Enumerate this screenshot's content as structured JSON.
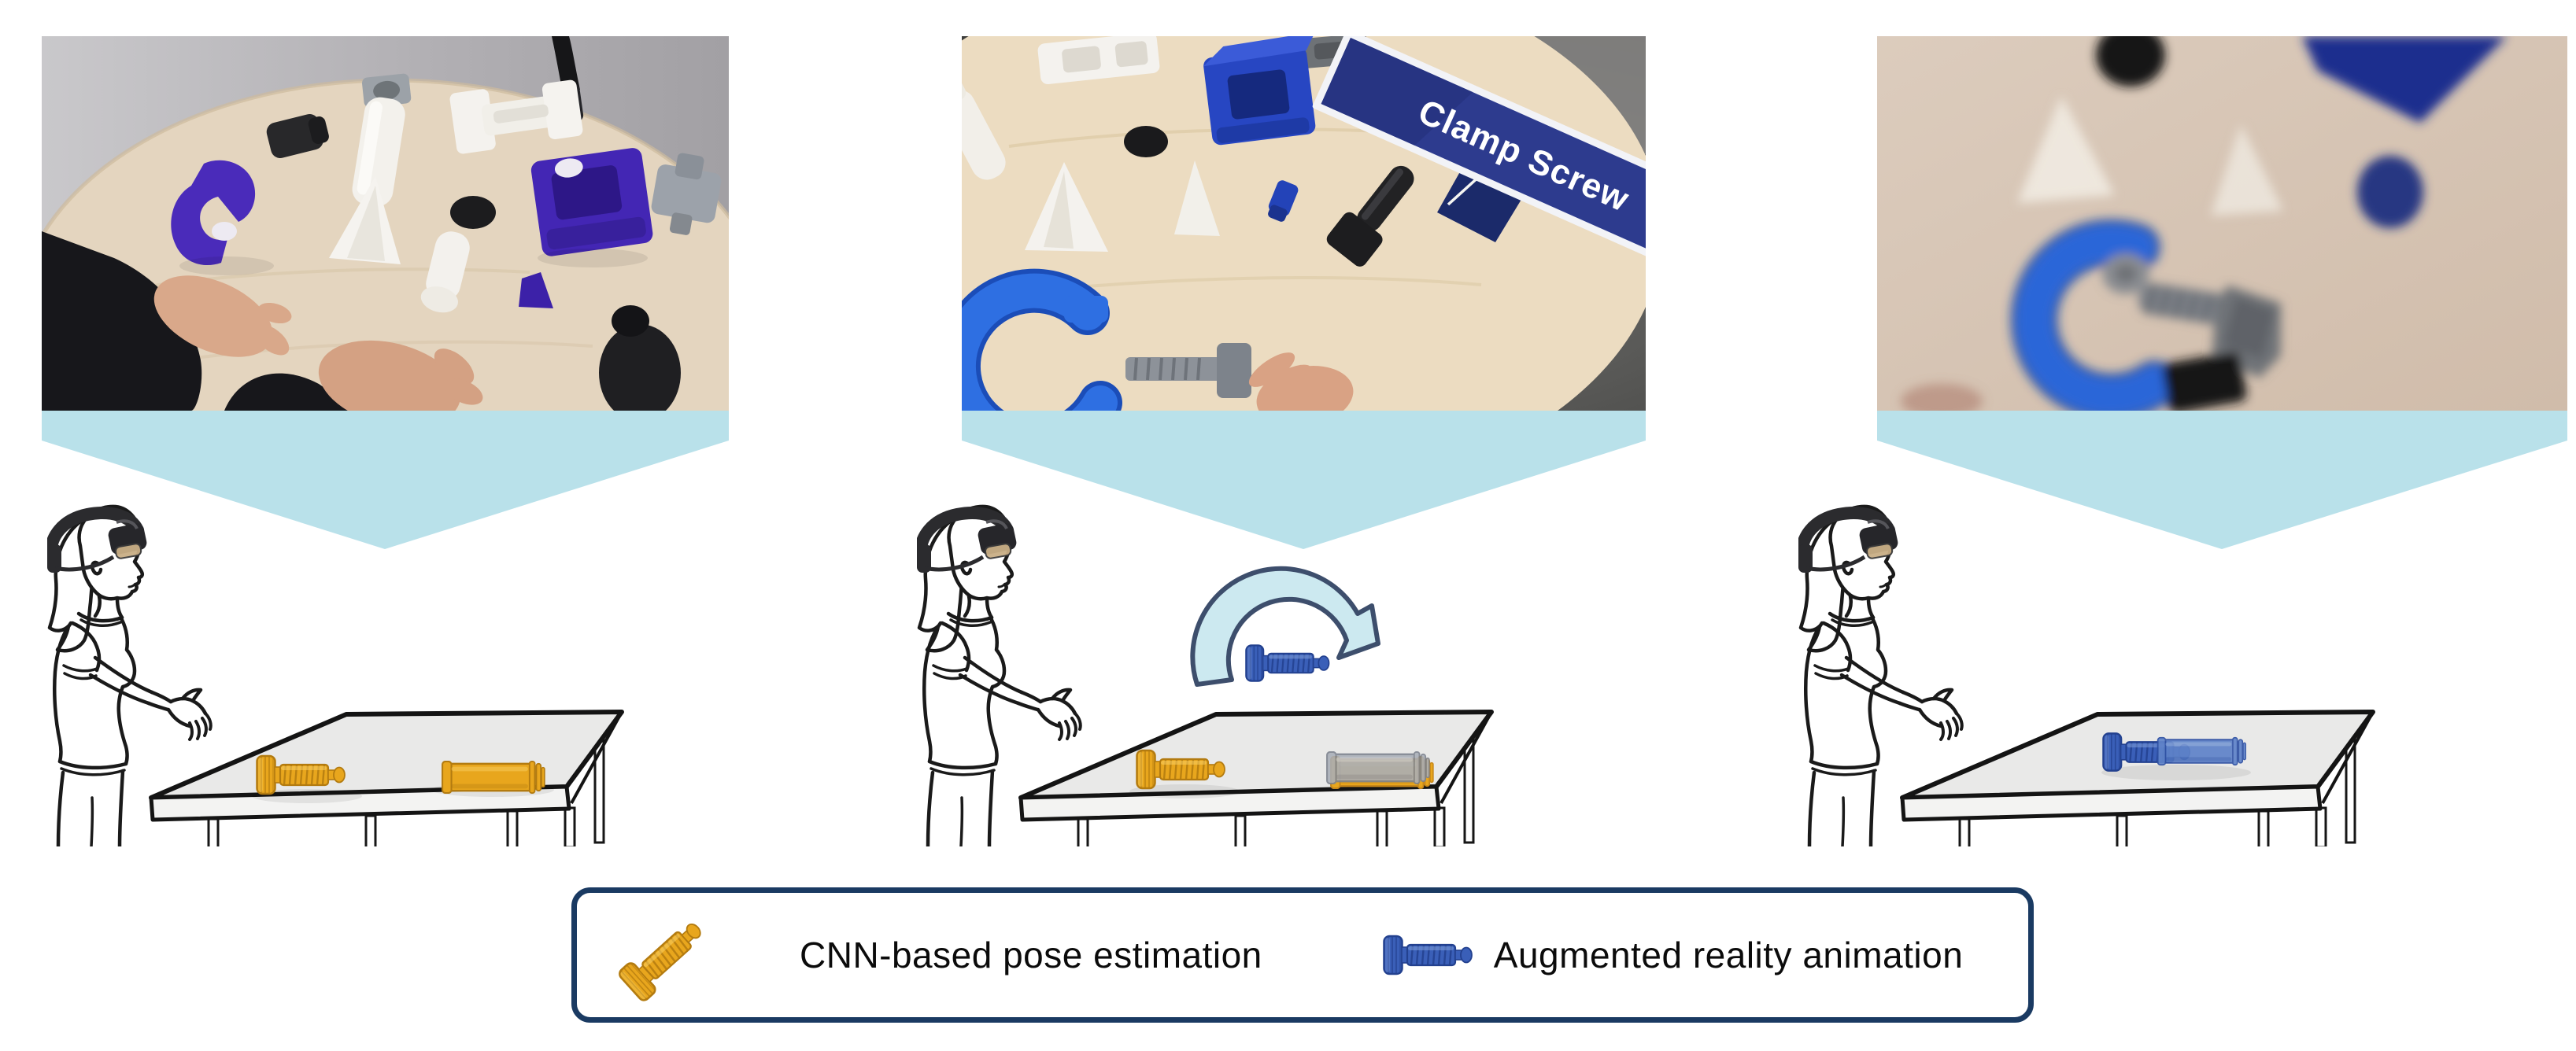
{
  "ar_label": {
    "text": "Clamp Screw"
  },
  "legend": {
    "items": [
      {
        "icon": "yellow-screw-icon",
        "label": "CNN-based pose estimation",
        "color": "#E8A61D"
      },
      {
        "icon": "blue-screw-icon",
        "label": "Augmented reality animation",
        "color": "#3A5FB8"
      }
    ],
    "border_color": "#1A3A62"
  },
  "panels": [
    {
      "name": "workspace-photo"
    },
    {
      "name": "ar-detection-photo"
    },
    {
      "name": "ar-assembly-photo"
    }
  ],
  "icons": [
    "flow-arrow-icon",
    "rotation-arrow-icon",
    "hololens-user-figure",
    "table-figure",
    "yellow-screw-icon",
    "blue-screw-icon"
  ],
  "colors": {
    "flow_arrow_cyan": "#B9E1EA",
    "rotation_arrow_fill": "#CCE9F0",
    "rotation_arrow_outline": "#3D4E6C",
    "ar_banner_blue": "#2D3B8E",
    "pose_yellow": "#E8A61D",
    "ar_blue": "#3A5FB8",
    "legend_border": "#1A3A62"
  }
}
